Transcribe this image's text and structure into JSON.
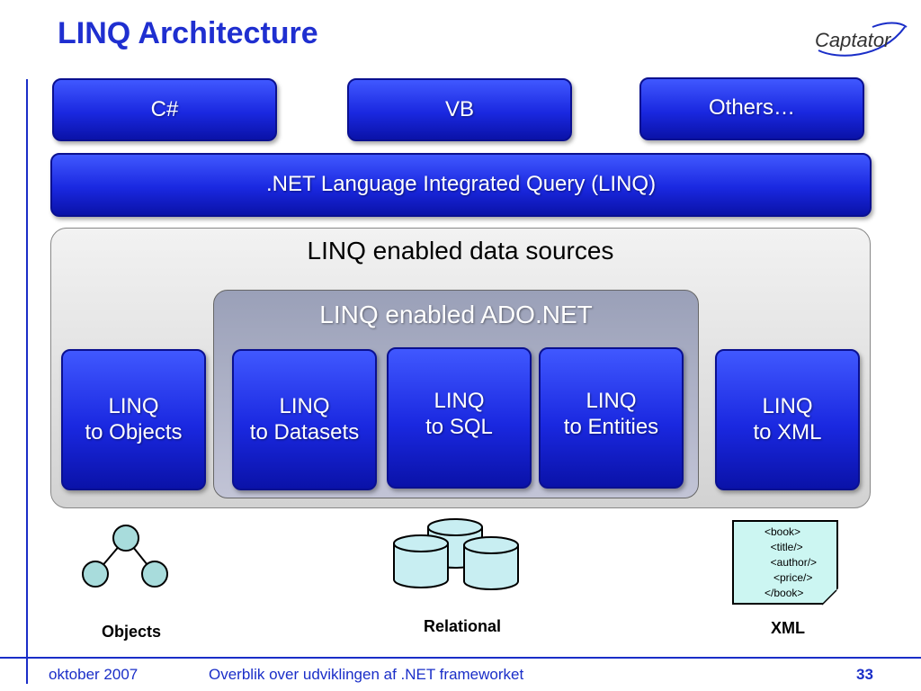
{
  "title": "LINQ Architecture",
  "logo_text": "Captator",
  "languages": [
    "C#",
    "VB",
    "Others…"
  ],
  "linq_bar": ".NET Language Integrated Query (LINQ)",
  "data_sources_label": "LINQ enabled data sources",
  "ado_label": "LINQ enabled ADO.NET",
  "providers": {
    "objects": "LINQ\nto Objects",
    "datasets": "LINQ\nto Datasets",
    "sql": "LINQ\nto SQL",
    "entities": "LINQ\nto Entities",
    "xml": "LINQ\nto XML"
  },
  "sources": {
    "objects": "Objects",
    "relational": "Relational",
    "xml": "XML"
  },
  "xml_sample": [
    "<book>",
    "  <title/>",
    "  <author/>",
    "   <price/>",
    "</book>"
  ],
  "footer": {
    "date": "oktober 2007",
    "subject": "Overblik over udviklingen af .NET frameworket",
    "page": "33"
  },
  "colors": {
    "accent": "#1a2ec8",
    "button": "#1a28e0",
    "db_fill": "#c8eef2",
    "node_fill": "#a8dcdc"
  }
}
